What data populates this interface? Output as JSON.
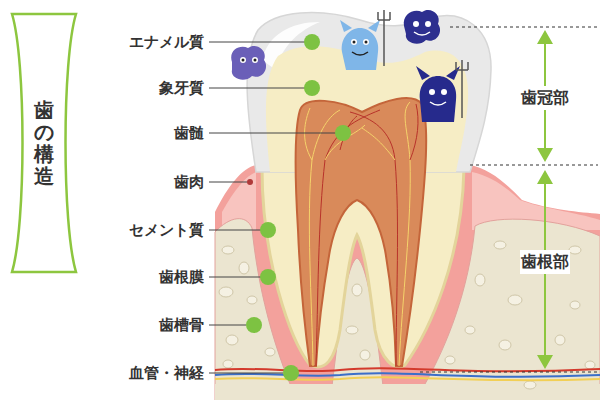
{
  "diagram": {
    "title": "歯の構造",
    "labels": [
      "エナメル質",
      "象牙質",
      "歯髄",
      "歯肉",
      "セメント質",
      "歯根膜",
      "歯槽骨",
      "血管・神経",
      "歯冠部",
      "歯根部"
    ]
  }
}
